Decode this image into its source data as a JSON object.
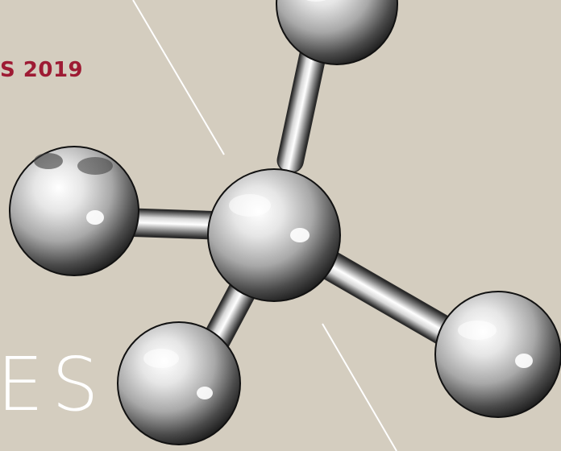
{
  "cover": {
    "overline": "S 2019",
    "title": "ES",
    "background_color": "#d4cdbf",
    "accent_color": "#9e1b34",
    "image": "glass-molecule-model"
  }
}
